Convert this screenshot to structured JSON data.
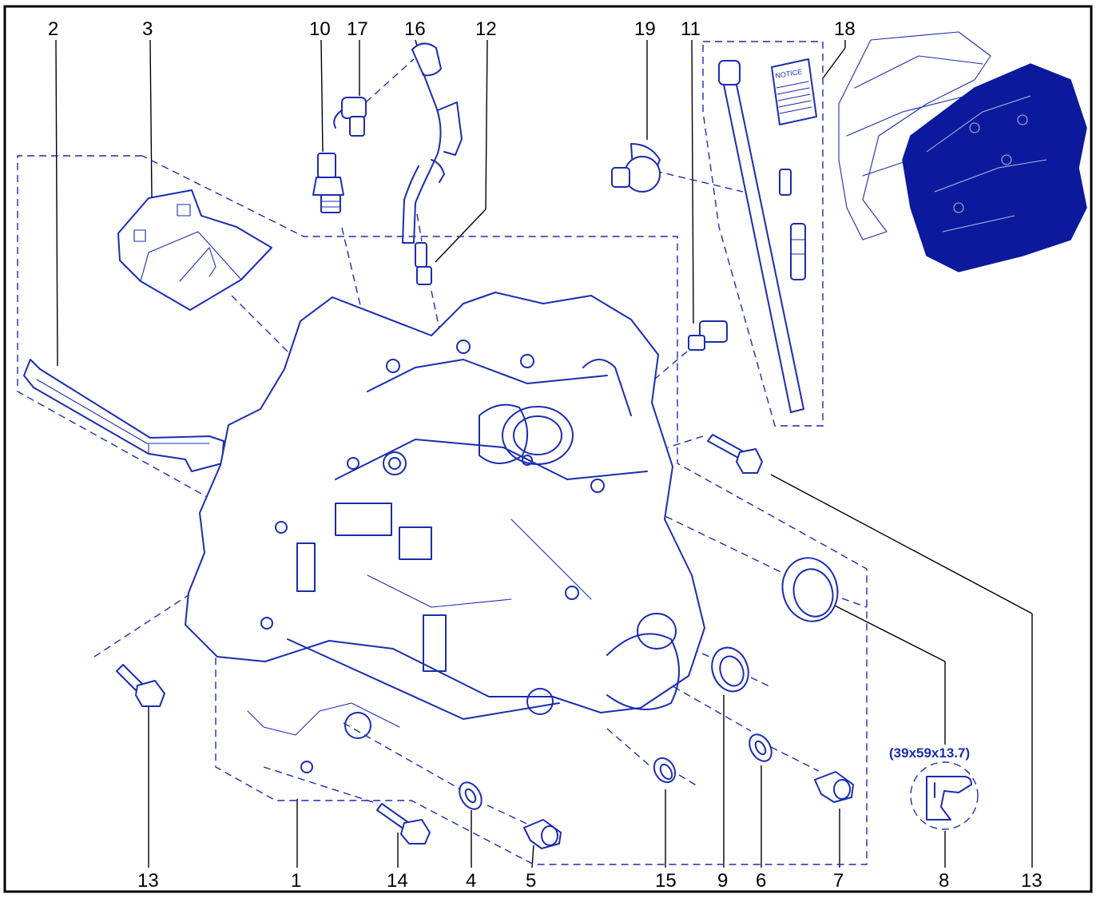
{
  "diagram": {
    "callouts": {
      "top": [
        "2",
        "3",
        "10",
        "17",
        "16",
        "12",
        "19",
        "11",
        "18"
      ],
      "bottom": [
        "13",
        "1",
        "14",
        "4",
        "5",
        "15",
        "9",
        "6",
        "7",
        "8",
        "13"
      ]
    },
    "seal_size_label": "(39x59x13.7)",
    "notice_label": "NOTICE",
    "colors": {
      "line": "#1a2db0",
      "accent_fill": "#0b1a9c",
      "callout": "#000000",
      "frame": "#000000"
    }
  }
}
